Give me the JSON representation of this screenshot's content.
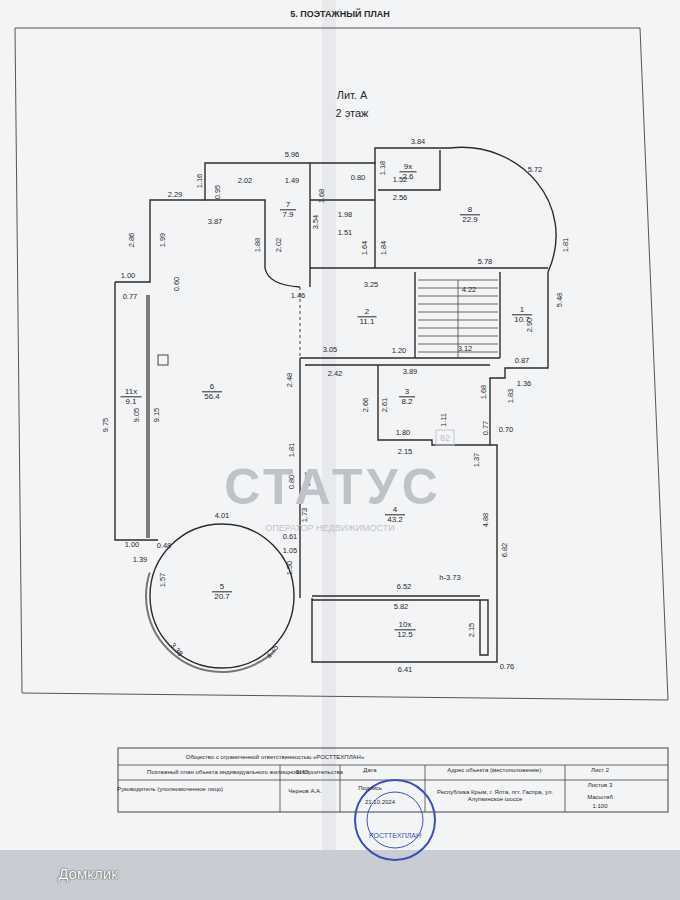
{
  "diagram": {
    "title": "5. ПОЭТАЖНЫЙ ПЛАН",
    "nodes": [
      {
        "text": [
          "9х",
          "2.6"
        ]
      },
      {
        "text": [
          "7",
          "7.9"
        ]
      },
      {
        "text": [
          "8",
          "22.9"
        ]
      },
      {
        "text": [
          "2",
          "11.1"
        ]
      },
      {
        "text": [
          "1",
          "10.7"
        ]
      },
      {
        "text": [
          "3",
          "8.2"
        ]
      },
      {
        "text": [
          "11х",
          "9.1"
        ]
      },
      {
        "text": [
          "6",
          "56.4"
        ]
      },
      {
        "text": [
          "4",
          "43.2"
        ]
      },
      {
        "text": [
          "5",
          "20.7"
        ]
      },
      {
        "text": [
          "10х",
          "12.5"
        ]
      }
    ],
    "labels": [
      "Лит. А",
      "2 этаж",
      "5.96",
      "3.84",
      "1.16",
      "2.02",
      "1.49",
      "0.95",
      "0.80",
      "1.18",
      "1.52",
      "2.56",
      "5.72",
      "2.29",
      "3.87",
      "1.68",
      "1.98",
      "1.51",
      "2.86",
      "1.99",
      "1.88",
      "2.02",
      "3.54",
      "1.64",
      "1.84",
      "1.81",
      "5.78",
      "1.00",
      "0.60",
      "0.77",
      "1.46",
      "3.25",
      "4.22",
      "5.48",
      "2.90",
      "3.05",
      "1.20",
      "3.89",
      "3.12",
      "0.87",
      "1.36",
      "2.48",
      "2.42",
      "1.68",
      "1.83",
      "9.75",
      "9.05",
      "9.15",
      "2.66",
      "2.61",
      "1.11",
      "1.37",
      "0.77",
      "0.70",
      "1.80",
      "2.15",
      "1.81",
      "0.80",
      "2.87",
      "1.73",
      "4.88",
      "6.82",
      "4.01",
      "1.00",
      "0.48",
      "0.61",
      "1.05",
      "1.39",
      "1.57",
      "1.50",
      "6.52",
      "h-3.73",
      "5.82",
      "3.38",
      "4.75",
      "2.15",
      "6.41",
      "0.76",
      "СТАТУС",
      "ОПЕРАТОР НЕДВИЖИМОСТИ",
      "82",
      "Общество с ограниченной ответственностью «РОСТТЕХПЛАН»",
      "Поэтажный план объекта индивидуального жилищного строительства",
      "Руководитель (уполномоченное лицо)",
      "ФИО",
      "Дата",
      "Подпись",
      "Чернов А.А.",
      "21.10.2024",
      "Адрес объекта (местоположение):",
      "Республика Крым, г. Ялта, пгт. Гаспра, ул. Алупкинское шоссе",
      "Лист 2",
      "Листов 3",
      "Масштаб",
      "1:100",
      "РОСТТЕХПЛАН",
      "Домклик"
    ]
  }
}
